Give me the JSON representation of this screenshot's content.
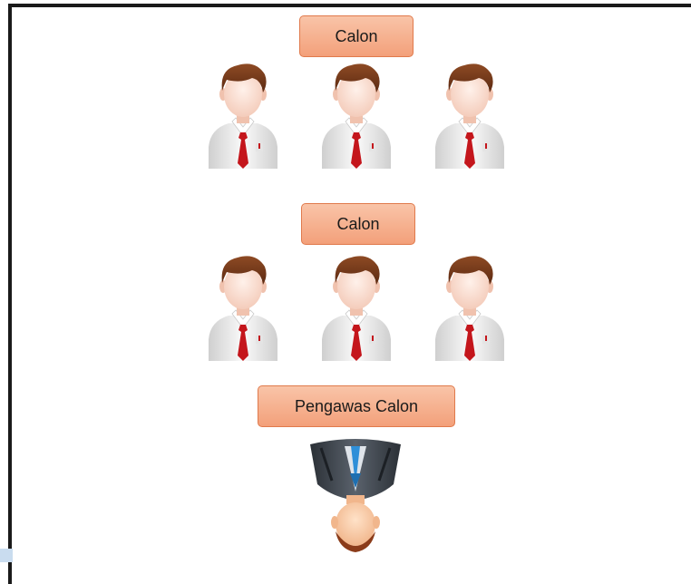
{
  "diagram": {
    "groups": [
      {
        "label": "Calon",
        "member_count": 3
      },
      {
        "label": "Calon",
        "member_count": 3
      }
    ],
    "supervisor": {
      "label": "Pengawas Calon"
    }
  },
  "colors": {
    "label_fill": "#f6b08f",
    "label_border": "#e07a4c",
    "hair": "#7b3a1c",
    "tie": "#c4161c",
    "shirt": "#ececec",
    "suit": "#3b4149",
    "accent_blue": "#2f8fd8"
  },
  "icons": [
    "person-icon",
    "supervisor-icon"
  ]
}
